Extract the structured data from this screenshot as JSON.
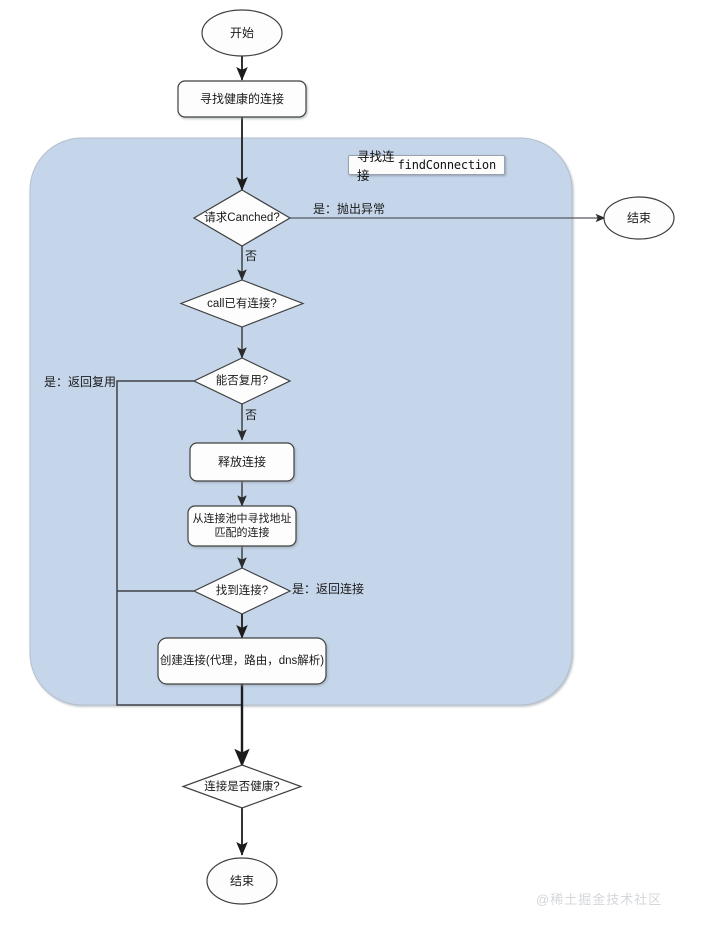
{
  "diagram": {
    "title": "OkHttp findConnection flowchart",
    "colors": {
      "group_fill": "#c5d5ea",
      "node_fill": "#fdfdfd",
      "node_stroke": "#3f3f3f",
      "edge_stroke": "#555a60",
      "main_edge_stroke": "#1c1c1c",
      "text": "#1a1a1a",
      "watermark": "#d4d7da"
    },
    "group": {
      "label_prefix": "寻找连接",
      "label_mono": "findConnection"
    },
    "nodes": {
      "start": "开始",
      "find_healthy": "寻找健康的连接",
      "is_canceled": "请求Canched?",
      "end_right": "结束",
      "call_has_conn": "call已有连接?",
      "can_reuse": "能否复用?",
      "release_conn": "释放连接",
      "pool_lookup": "从连接池中寻找地址\n匹配的连接",
      "found_conn": "找到连接?",
      "create_conn": "创建连接(代理，路由，dns解析)",
      "is_healthy": "连接是否健康?",
      "end_bottom": "结束"
    },
    "edge_labels": {
      "canceled_yes": "是：抛出异常",
      "canceled_no": "否",
      "reuse_yes": "是：返回复用",
      "reuse_no": "否",
      "found_yes": "是：返回连接"
    },
    "watermark": "@稀土掘金技术社区"
  }
}
